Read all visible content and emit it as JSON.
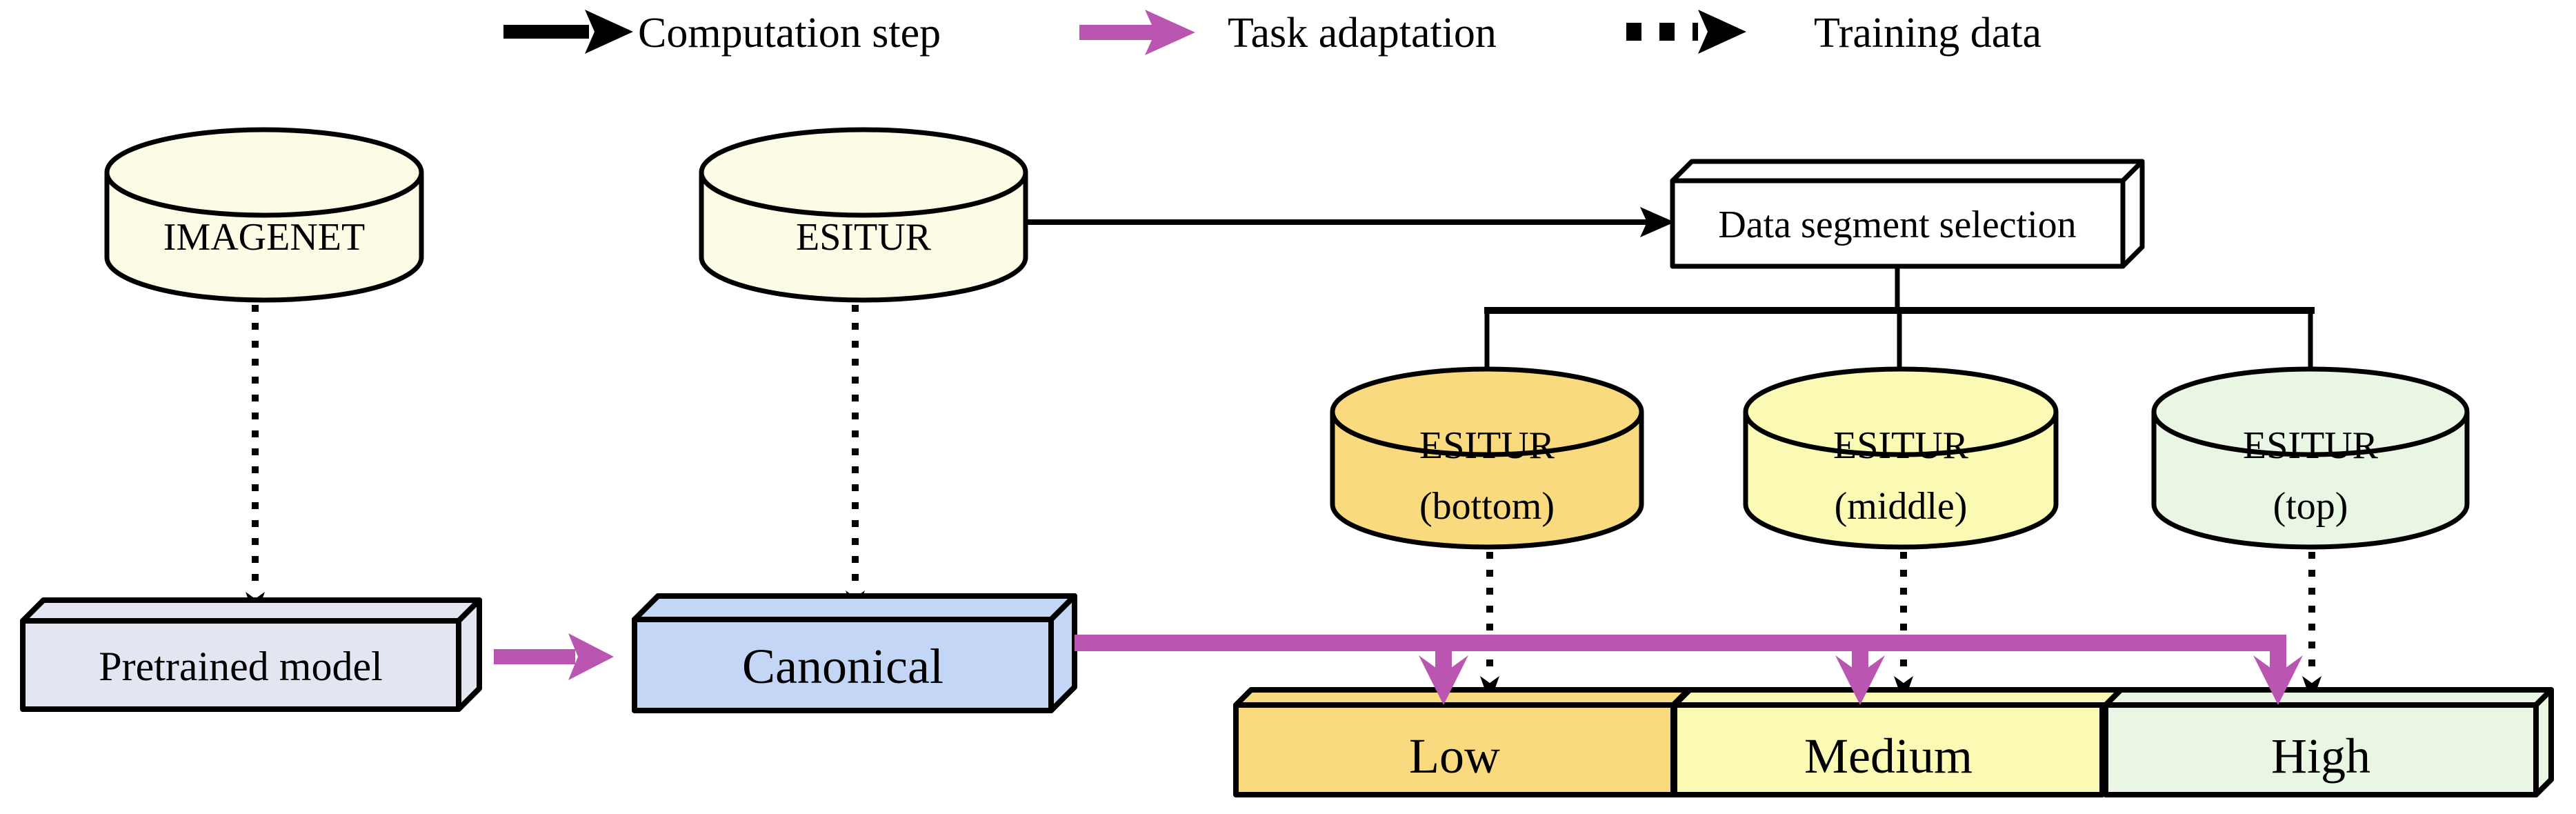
{
  "title": "Task adaptation pipeline diagram",
  "colors": {
    "background": "#ffffff",
    "outline": "#000000",
    "magenta": "#bb55b2",
    "cream": "#fcfce6",
    "orange": "#f9da7e",
    "yellow": "#fafab4",
    "green": "#e9f6e4",
    "lavender": "#e3e6f1",
    "blue": "#c4d6f6",
    "white": "#ffffff"
  },
  "legend": {
    "computation": {
      "label": "Computation step",
      "marker": "solid-black-arrow"
    },
    "adaptation": {
      "label": "Task adaptation",
      "marker": "solid-magenta-arrow"
    },
    "training": {
      "label": "Training data",
      "marker": "dotted-black-arrow"
    }
  },
  "nodes": {
    "imagenet": {
      "label": "IMAGENET",
      "shape": "cylinder",
      "color": "#fcfce6"
    },
    "esitur": {
      "label": "ESITUR",
      "shape": "cylinder",
      "color": "#fcfce6"
    },
    "data_segment": {
      "label": "Data segment selection",
      "shape": "box3d",
      "color": "#ffffff"
    },
    "esitur_bottom": {
      "label": "ESITUR",
      "sublabel": "(bottom)",
      "shape": "cylinder",
      "color": "#f9da7e"
    },
    "esitur_middle": {
      "label": "ESITUR",
      "sublabel": "(middle)",
      "shape": "cylinder",
      "color": "#fafab4"
    },
    "esitur_top": {
      "label": "ESITUR",
      "sublabel": "(top)",
      "shape": "cylinder",
      "color": "#e9f6e4"
    },
    "pretrained": {
      "label": "Pretrained model",
      "shape": "box3d",
      "color": "#e3e6f1"
    },
    "canonical": {
      "label": "Canonical",
      "shape": "box3d",
      "color": "#c4d6f6"
    },
    "low": {
      "label": "Low",
      "shape": "box3d",
      "color": "#f9da7e"
    },
    "medium": {
      "label": "Medium",
      "shape": "box3d",
      "color": "#fafab4"
    },
    "high": {
      "label": "High",
      "shape": "box3d",
      "color": "#e9f6e4"
    }
  },
  "edges": [
    {
      "from": "IMAGENET",
      "to": "Pretrained model",
      "type": "training-data"
    },
    {
      "from": "ESITUR",
      "to": "Canonical",
      "type": "training-data"
    },
    {
      "from": "ESITUR",
      "to": "Data segment selection",
      "type": "computation-step"
    },
    {
      "from": "Data segment selection",
      "to": "ESITUR (bottom)",
      "type": "branch-line"
    },
    {
      "from": "Data segment selection",
      "to": "ESITUR (middle)",
      "type": "branch-line"
    },
    {
      "from": "Data segment selection",
      "to": "ESITUR (top)",
      "type": "branch-line"
    },
    {
      "from": "ESITUR (bottom)",
      "to": "Low",
      "type": "training-data"
    },
    {
      "from": "ESITUR (middle)",
      "to": "Medium",
      "type": "training-data"
    },
    {
      "from": "ESITUR (top)",
      "to": "High",
      "type": "training-data"
    },
    {
      "from": "Pretrained model",
      "to": "Canonical",
      "type": "task-adaptation"
    },
    {
      "from": "Canonical",
      "to": "Low",
      "type": "task-adaptation"
    },
    {
      "from": "Canonical",
      "to": "Medium",
      "type": "task-adaptation"
    },
    {
      "from": "Canonical",
      "to": "High",
      "type": "task-adaptation"
    }
  ]
}
